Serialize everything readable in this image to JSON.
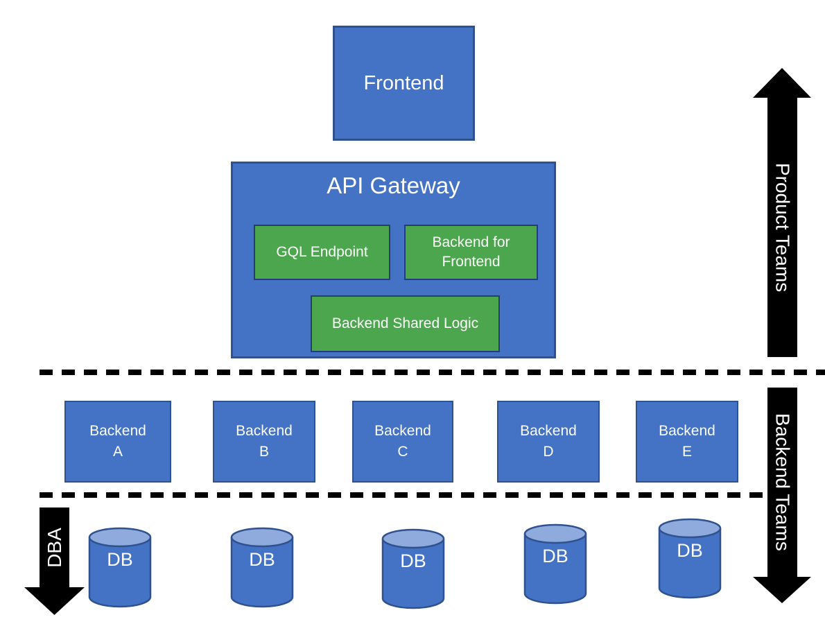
{
  "colors": {
    "box_blue": "#4472C4",
    "box_blue_border": "#2F528F",
    "box_green": "#4CA64D",
    "box_green_border": "#233E75",
    "cylinder_top": "#8FAADC",
    "arrow_black": "#000000",
    "label_white": "#FFFFFF"
  },
  "frontend": {
    "label": "Frontend"
  },
  "api_gateway": {
    "title": "API Gateway",
    "gql": "GQL Endpoint",
    "bff": "Backend for Frontend",
    "shared": "Backend Shared Logic"
  },
  "backends": [
    {
      "line1": "Backend",
      "line2": "A"
    },
    {
      "line1": "Backend",
      "line2": "B"
    },
    {
      "line1": "Backend",
      "line2": "C"
    },
    {
      "line1": "Backend",
      "line2": "D"
    },
    {
      "line1": "Backend",
      "line2": "E"
    }
  ],
  "databases": [
    {
      "label": "DB"
    },
    {
      "label": "DB"
    },
    {
      "label": "DB"
    },
    {
      "label": "DB"
    },
    {
      "label": "DB"
    }
  ],
  "annotations": {
    "dba": "DBA",
    "product_teams": "Product Teams",
    "backend_teams": "Backend Teams"
  }
}
